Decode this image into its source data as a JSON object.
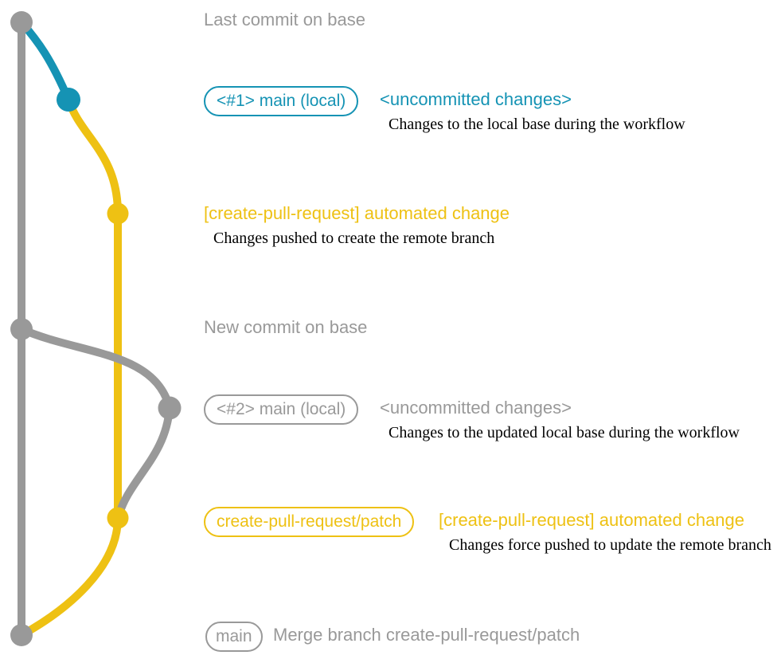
{
  "colors": {
    "gray": "#999999",
    "teal": "#1593b4",
    "yellow": "#eec113",
    "ink": "#000000",
    "background": "#ffffff"
  },
  "rows": [
    {
      "type": "heading",
      "text": "Last commit on base"
    },
    {
      "type": "commit-annotation",
      "badge": "<#1> main (local)",
      "badge_color": "teal",
      "label": "<uncommitted changes>",
      "label_color": "teal",
      "description": "Changes to the local base during the workflow"
    },
    {
      "type": "commit-annotation",
      "label": "[create-pull-request] automated change",
      "label_color": "yellow",
      "description": "Changes pushed to create the remote branch"
    },
    {
      "type": "heading",
      "text": "New commit on base"
    },
    {
      "type": "commit-annotation",
      "badge": "<#2> main (local)",
      "badge_color": "gray",
      "label": "<uncommitted changes>",
      "label_color": "gray",
      "description": "Changes to the updated local base during the workflow"
    },
    {
      "type": "commit-annotation",
      "badge": "create-pull-request/patch",
      "badge_color": "yellow",
      "label": "[create-pull-request] automated change",
      "label_color": "yellow",
      "description": "Changes force pushed to update the remote branch"
    },
    {
      "type": "commit-annotation",
      "badge": "main",
      "badge_color": "gray",
      "label": "Merge branch create-pull-request/patch",
      "label_color": "gray"
    }
  ],
  "graph": {
    "commits": [
      {
        "branch": "base",
        "color": "gray"
      },
      {
        "branch": "main-local",
        "color": "teal"
      },
      {
        "branch": "create-pull-request-patch",
        "color": "yellow"
      },
      {
        "branch": "base",
        "color": "gray"
      },
      {
        "branch": "main-local",
        "color": "gray"
      },
      {
        "branch": "create-pull-request-patch",
        "color": "yellow"
      },
      {
        "branch": "base",
        "color": "gray"
      }
    ]
  }
}
